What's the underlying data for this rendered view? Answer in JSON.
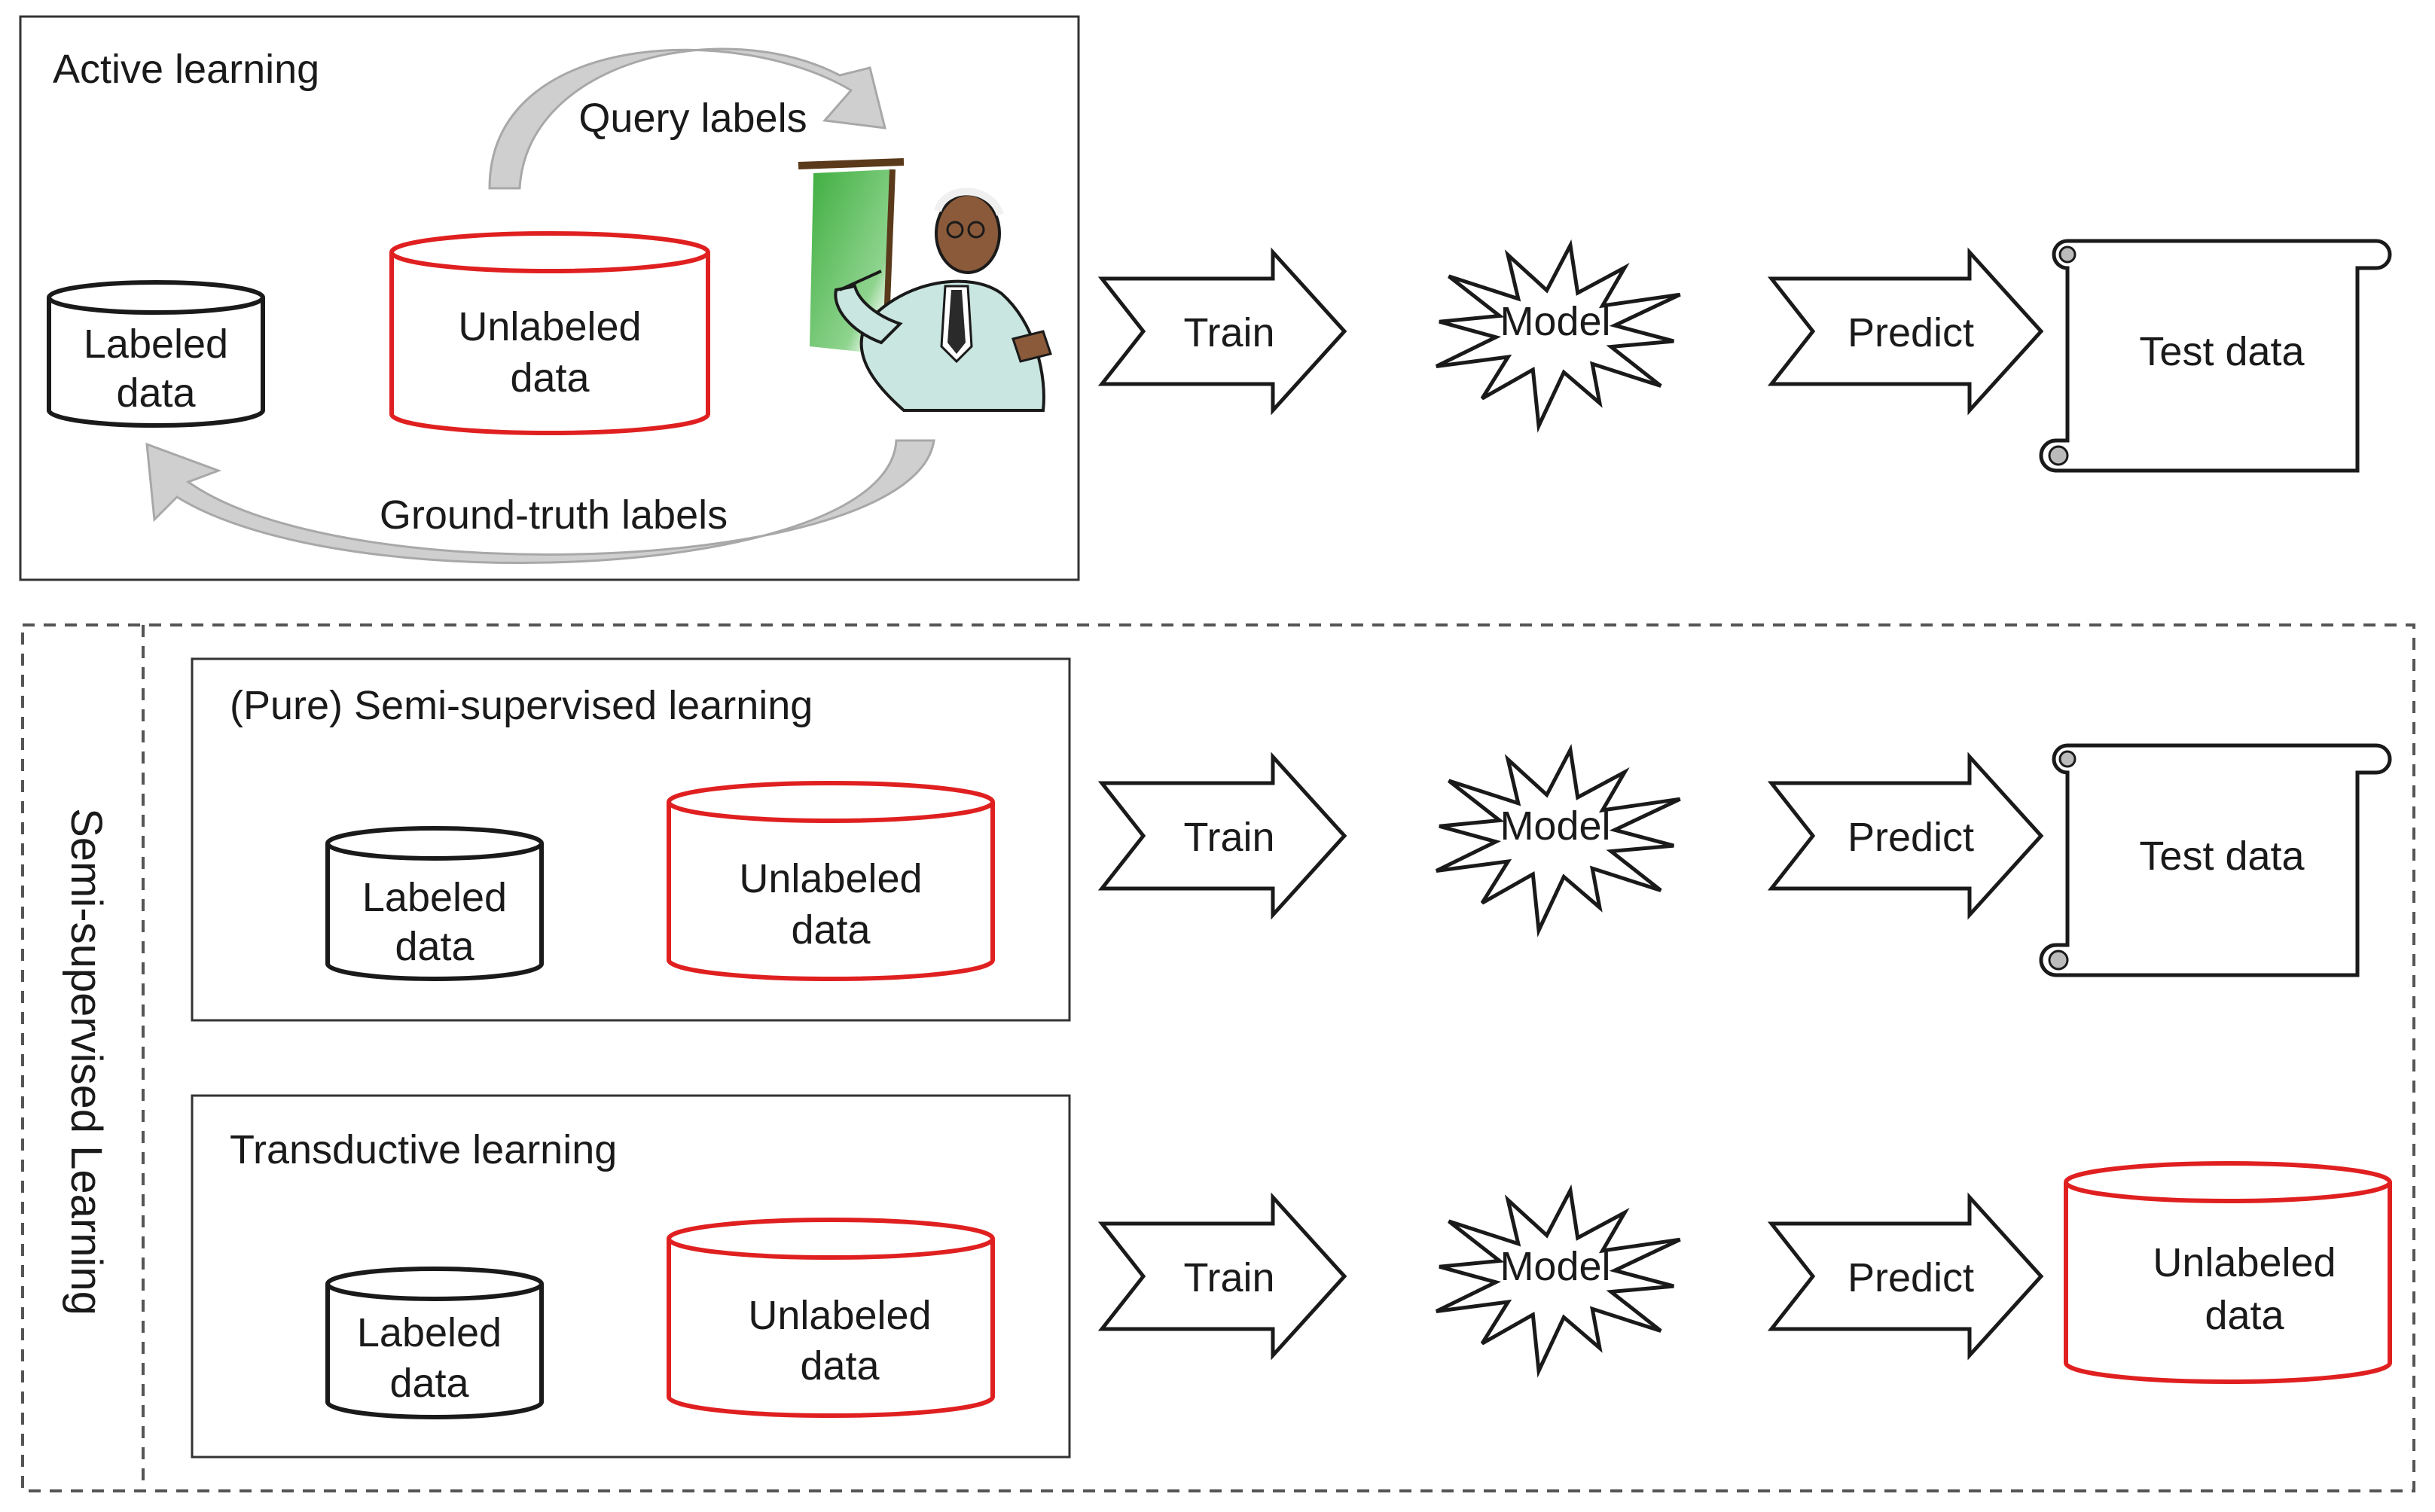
{
  "active": {
    "title": "Active learning",
    "query_labels": "Query labels",
    "ground_truth_labels": "Ground-truth labels",
    "labeled_line1": "Labeled",
    "labeled_line2": "data",
    "unlabeled_line1": "Unlabeled",
    "unlabeled_line2": "data"
  },
  "semi_supervised": {
    "side_label": "Semi-supervised Learning",
    "pure": {
      "title": "(Pure) Semi-supervised learning",
      "labeled_line1": "Labeled",
      "labeled_line2": "data",
      "unlabeled_line1": "Unlabeled",
      "unlabeled_line2": "data"
    },
    "transductive": {
      "title": "Transductive learning",
      "labeled_line1": "Labeled",
      "labeled_line2": "data",
      "unlabeled_line1": "Unlabeled",
      "unlabeled_line2": "data"
    }
  },
  "pipelines": [
    {
      "train": "Train",
      "model": "Model",
      "predict": "Predict",
      "target_kind": "scroll",
      "target_line1": "Test data",
      "target_line2": ""
    },
    {
      "train": "Train",
      "model": "Model",
      "predict": "Predict",
      "target_kind": "scroll",
      "target_line1": "Test data",
      "target_line2": ""
    },
    {
      "train": "Train",
      "model": "Model",
      "predict": "Predict",
      "target_kind": "cylinder",
      "target_line1": "Unlabeled",
      "target_line2": "data"
    }
  ],
  "colors": {
    "labeled_stroke": "#1a1a1a",
    "unlabeled_stroke": "#e02020",
    "curved_arrow": "#c8c8c8",
    "board_green": "#3fae3f",
    "teacher_coat": "#c9e6e0"
  }
}
